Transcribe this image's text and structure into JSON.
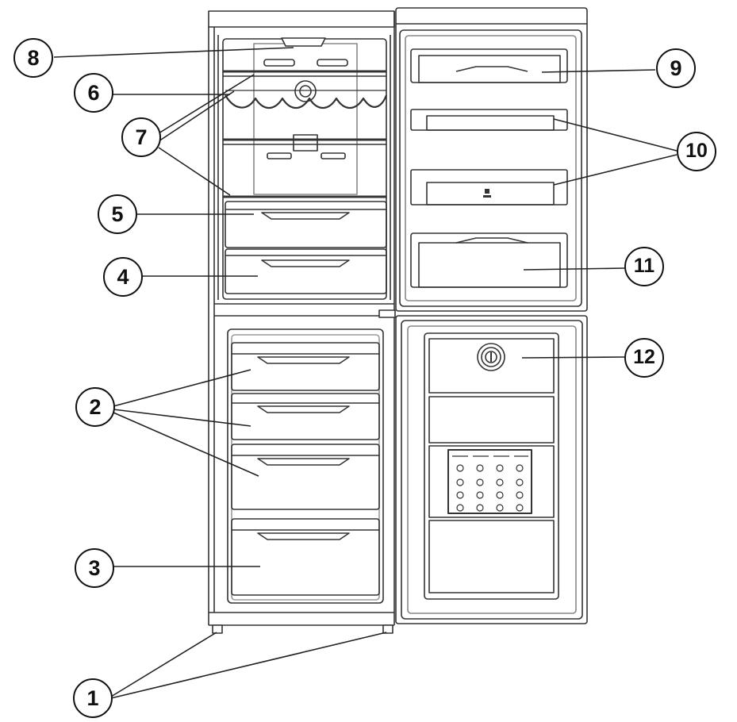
{
  "diagram": {
    "callouts": [
      {
        "id": "1",
        "text": "1"
      },
      {
        "id": "2",
        "text": "2"
      },
      {
        "id": "3",
        "text": "3"
      },
      {
        "id": "4",
        "text": "4"
      },
      {
        "id": "5",
        "text": "5"
      },
      {
        "id": "6",
        "text": "6"
      },
      {
        "id": "7",
        "text": "7"
      },
      {
        "id": "8",
        "text": "8"
      },
      {
        "id": "9",
        "text": "9"
      },
      {
        "id": "10",
        "text": "10"
      },
      {
        "id": "11",
        "text": "11"
      },
      {
        "id": "12",
        "text": "12"
      }
    ],
    "icons": [
      "ice-cube-icon",
      "food-storage-chart-icon"
    ]
  }
}
